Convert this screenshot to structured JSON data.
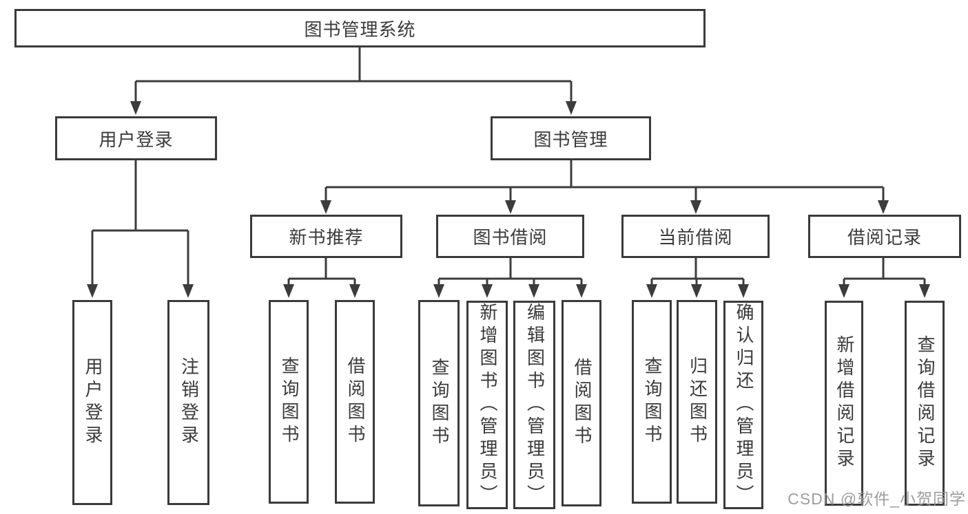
{
  "diagram": {
    "root": {
      "label": "图书管理系统"
    },
    "branches": [
      {
        "label": "用户登录",
        "children": [
          "用户登录",
          "注销登录"
        ]
      },
      {
        "label": "图书管理",
        "children": [
          {
            "label": "新书推荐",
            "children": [
              "查询图书",
              "借阅图书"
            ]
          },
          {
            "label": "图书借阅",
            "children": [
              "查询图书",
              "新增图书（管理员）",
              "编辑图书（管理员）",
              "借阅图书"
            ]
          },
          {
            "label": "当前借阅",
            "children": [
              "查询图书",
              "归还图书",
              "确认归还（管理员）"
            ]
          },
          {
            "label": "借阅记录",
            "children": [
              "新增借阅记录",
              "查询借阅记录"
            ]
          }
        ]
      }
    ],
    "watermark": "CSDN @软件_小贺同学",
    "colors": {
      "line": "#3c3c3c",
      "border": "#3a3a3a",
      "text": "#3a3a3a",
      "box_background": "#ffffff",
      "watermark": "#949494"
    }
  }
}
